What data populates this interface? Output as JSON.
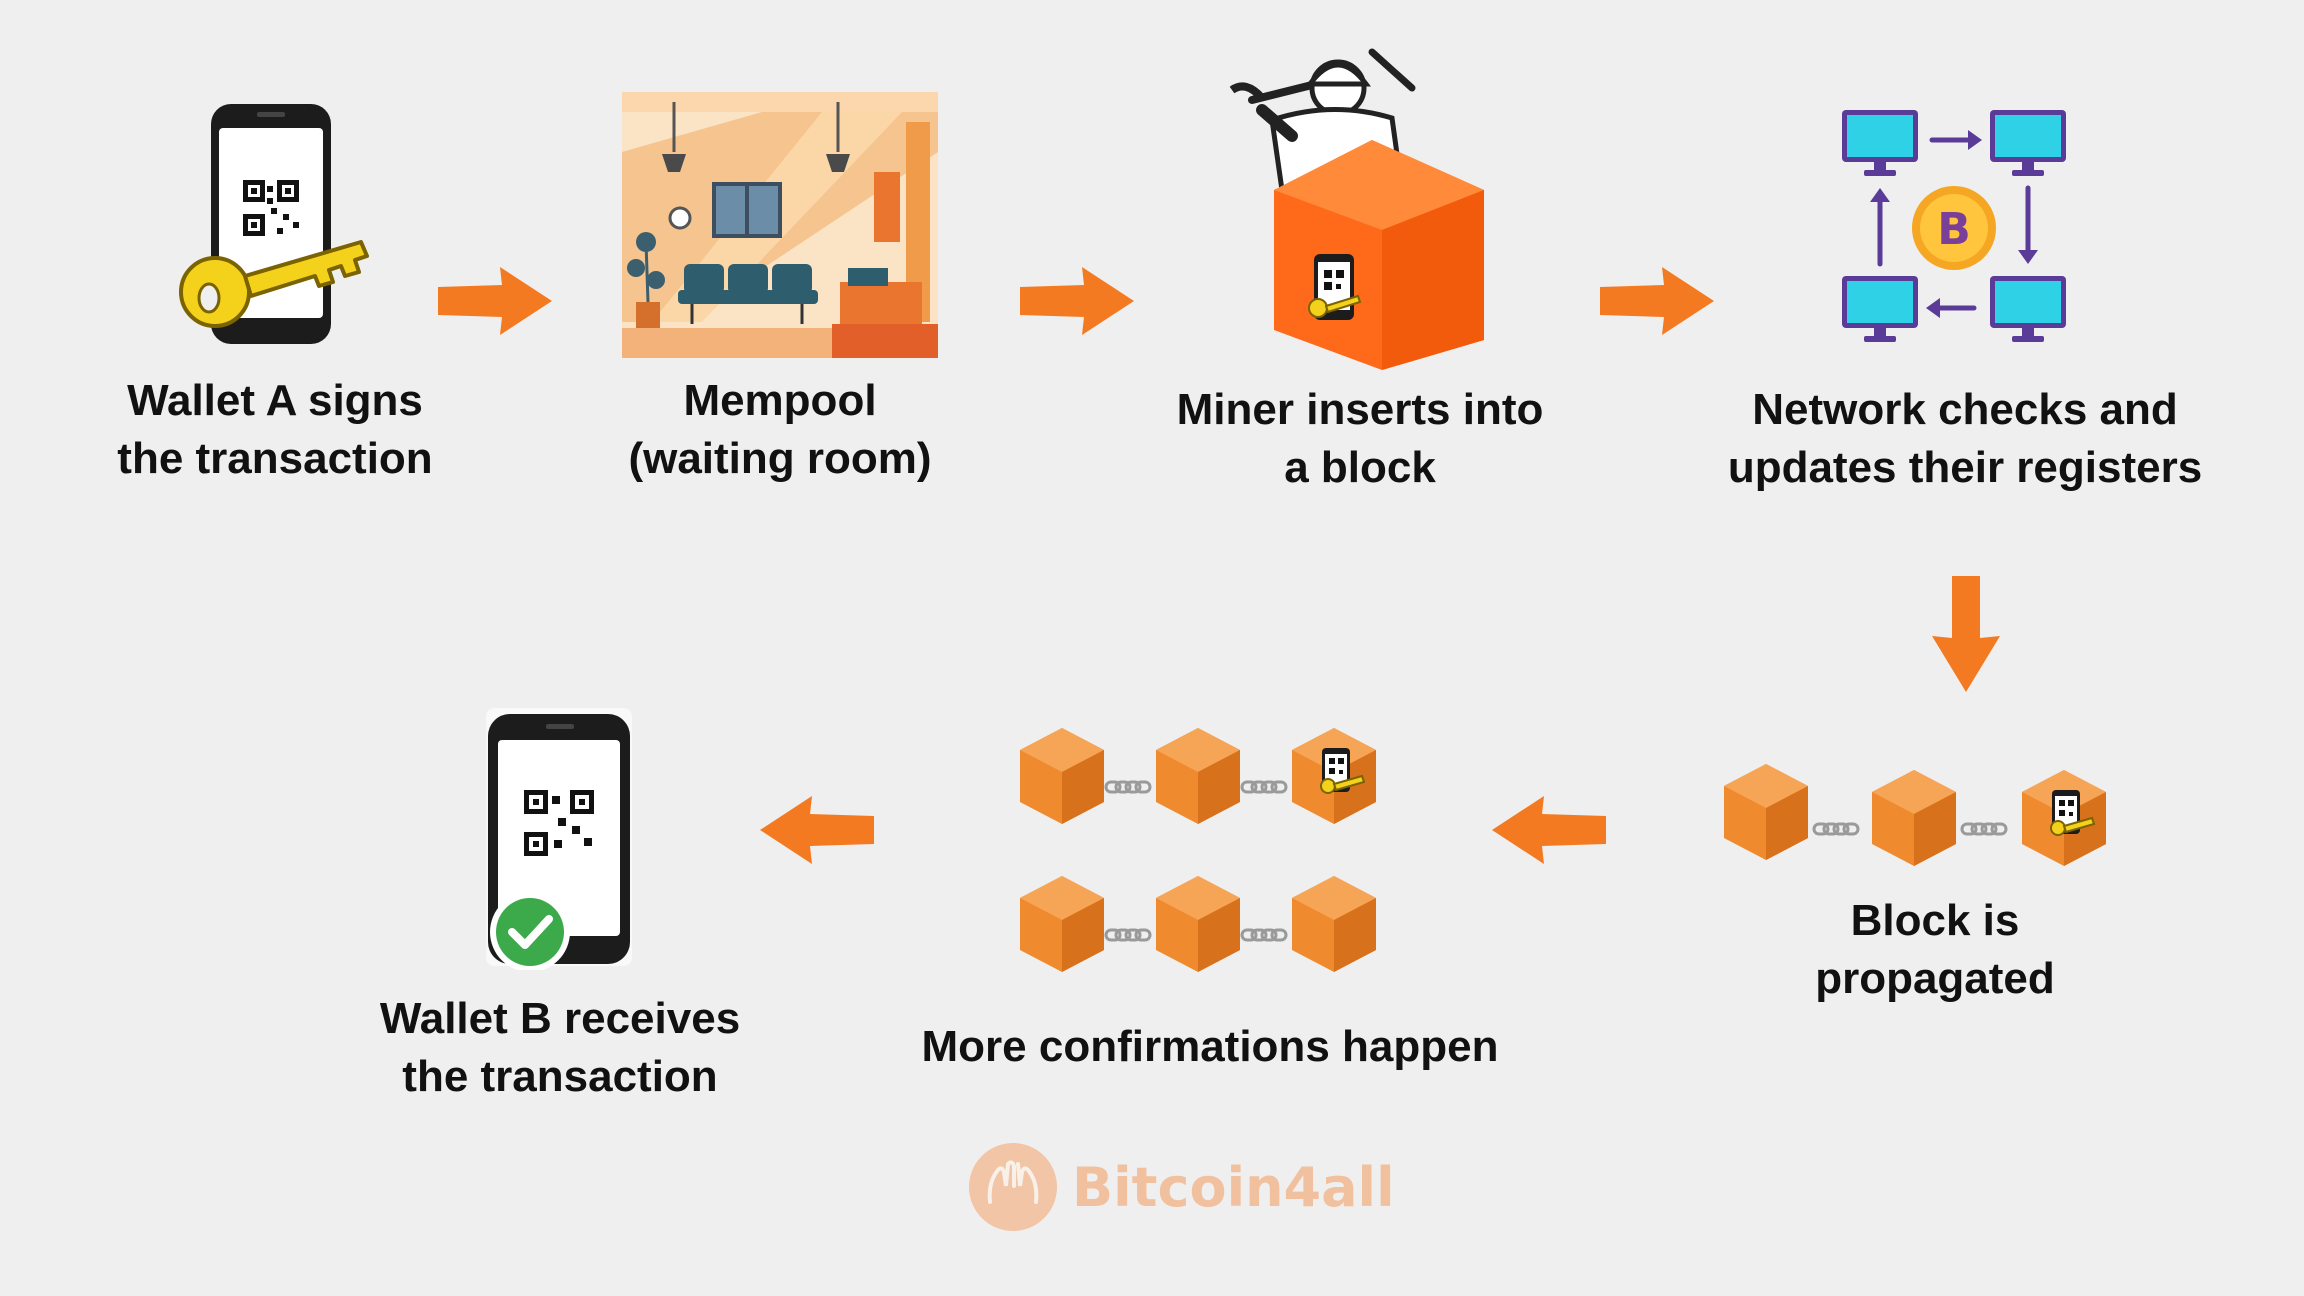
{
  "steps": [
    {
      "line1": "Wallet A signs",
      "line2": "the transaction"
    },
    {
      "line1": "Mempool",
      "line2": "(waiting room)"
    },
    {
      "line1": "Miner inserts into",
      "line2": "a block"
    },
    {
      "line1": "Network checks and",
      "line2": "updates their registers"
    },
    {
      "line1": "Block is",
      "line2": "propagated"
    },
    {
      "line1": "More confirmations happen",
      "line2": ""
    },
    {
      "line1": "Wallet B receives",
      "line2": "the transaction"
    }
  ],
  "brand": {
    "name": "Bitcoin4all"
  },
  "icons": {
    "btc": "B"
  },
  "colors": {
    "arrow": "#f47a22",
    "block_light": "#f6a456",
    "block_mid": "#ef8a2e",
    "block_dark": "#d8711b",
    "monitor": "#2fd1e6",
    "network_arrow": "#5b3b98",
    "check": "#3ca94a"
  }
}
